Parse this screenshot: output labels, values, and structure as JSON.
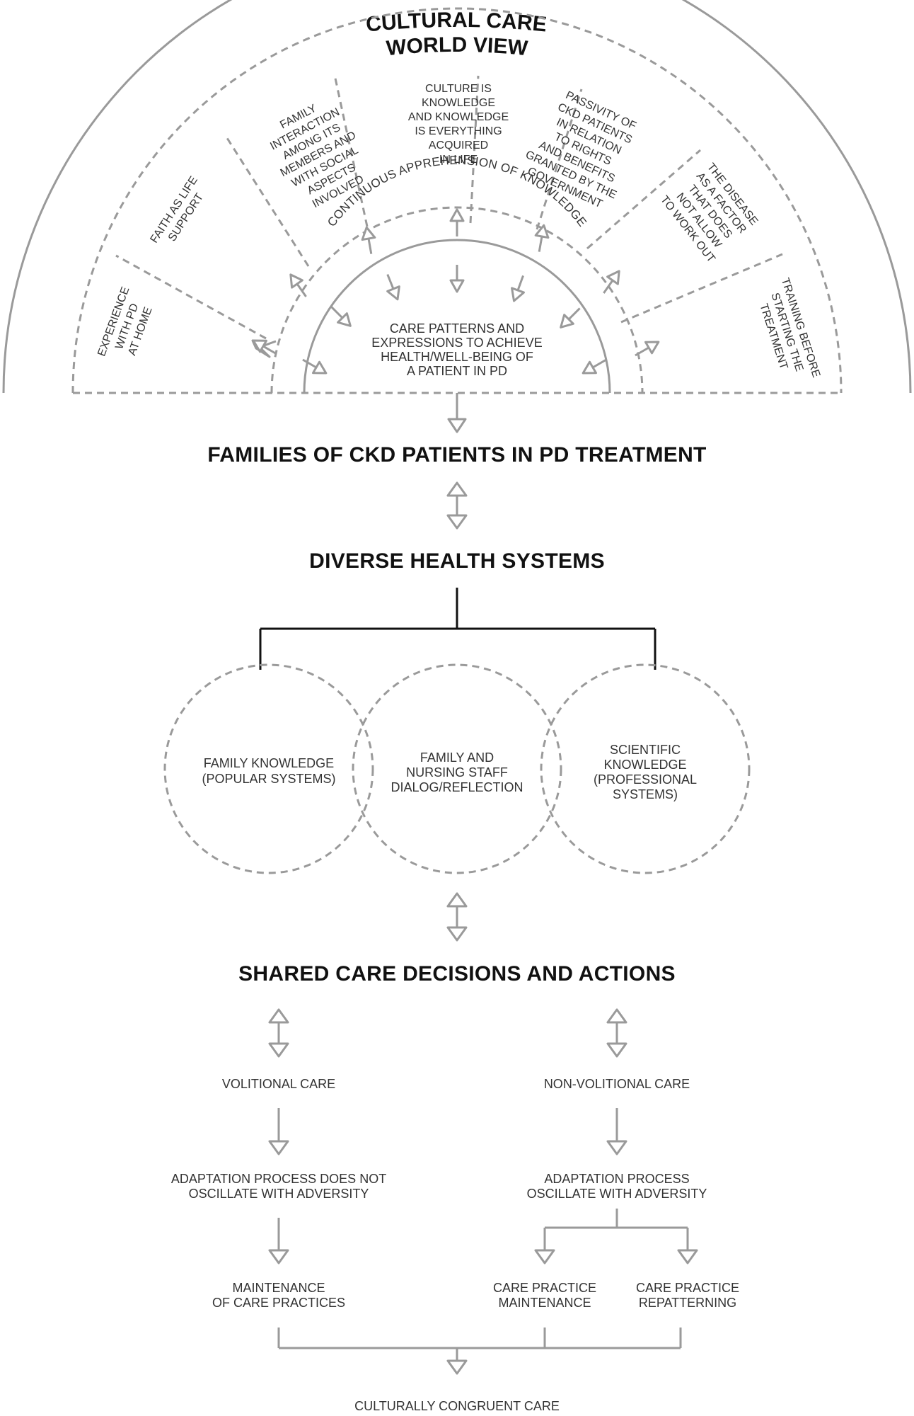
{
  "title": [
    "CULTURAL CARE",
    "WORLD VIEW"
  ],
  "outer_sectors": [
    {
      "lines": [
        "EXPERIENCE",
        "WITH PD",
        "AT HOME"
      ]
    },
    {
      "lines": [
        "FAITH AS LIFE",
        "SUPPORT"
      ]
    },
    {
      "lines": [
        "FAMILY",
        "INTERACTION",
        "AMONG ITS",
        "MEMBERS AND",
        "WITH SOCIAL",
        "ASPECTS",
        "INVOLVED"
      ]
    },
    {
      "lines": [
        "CULTURE IS",
        "KNOWLEDGE",
        "AND KNOWLEDGE",
        "IS EVERYTHING",
        "ACQUIRED",
        "IN LIFE"
      ]
    },
    {
      "lines": [
        "PASSIVITY OF",
        "CKD PATIENTS",
        "IN RELATION",
        "TO RIGHTS",
        "AND BENEFITS",
        "GRANTED BY THE",
        "GOVERNMENT"
      ]
    },
    {
      "lines": [
        "THE DISEASE",
        "AS A FACTOR",
        "THAT DOES",
        "NOT ALLOW",
        "TO WORK OUT"
      ]
    },
    {
      "lines": [
        "TRAINING BEFORE",
        "STARTING THE",
        "TREATMENT"
      ]
    }
  ],
  "ring_label": "CONTINUOUS APPREHENSION OF KNOWLEDGE",
  "core_label": [
    "CARE PATTERNS AND",
    "EXPRESSIONS TO ACHIEVE",
    "HEALTH/WELL-BEING OF",
    "A PATIENT IN PD"
  ],
  "families": "FAMILIES OF CKD PATIENTS IN PD TREATMENT",
  "health_systems": "DIVERSE HEALTH SYSTEMS",
  "circles": [
    {
      "lines": [
        "FAMILY KNOWLEDGE",
        "(POPULAR SYSTEMS)"
      ]
    },
    {
      "lines": [
        "FAMILY AND",
        "NURSING STAFF",
        "DIALOG/REFLECTION"
      ]
    },
    {
      "lines": [
        "SCIENTIFIC",
        "KNOWLEDGE",
        "(PROFESSIONAL",
        "SYSTEMS)"
      ]
    }
  ],
  "shared_decisions": "SHARED CARE DECISIONS AND ACTIONS",
  "left_branch": {
    "care_type": "VOLITIONAL CARE",
    "adaptation": [
      "ADAPTATION PROCESS DOES NOT",
      "OSCILLATE WITH ADVERSITY"
    ],
    "outcome": [
      "MAINTENANCE",
      "OF CARE PRACTICES"
    ]
  },
  "right_branch": {
    "care_type": "NON-VOLITIONAL CARE",
    "adaptation": [
      "ADAPTATION PROCESS",
      "OSCILLATE WITH ADVERSITY"
    ],
    "outcome_a": [
      "CARE PRACTICE",
      "MAINTENANCE"
    ],
    "outcome_b": [
      "CARE PRACTICE",
      "REPATTERNING"
    ]
  },
  "final": "CULTURALLY CONGRUENT CARE",
  "colors": {
    "line": "#9a9a9a",
    "dark": "#111111",
    "text": "#333333"
  }
}
